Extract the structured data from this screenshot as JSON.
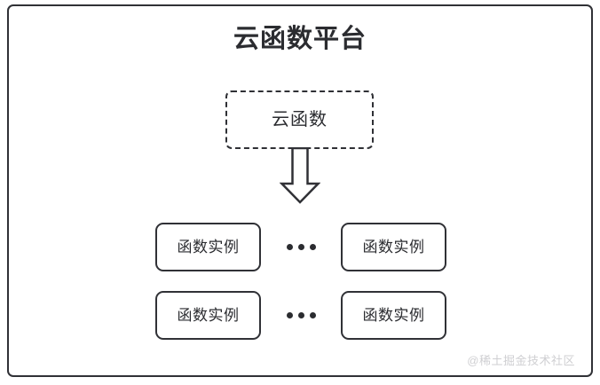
{
  "diagram": {
    "type": "architecture-block-diagram",
    "title": "云函数平台",
    "platform": {
      "name": "云函数平台",
      "border_style": "solid",
      "color": "#303136"
    },
    "cloud_function": {
      "label": "云函数",
      "border_style": "dashed",
      "color": "#2f3035"
    },
    "arrow": {
      "name": "down-block-arrow",
      "direction": "down",
      "style": "hollow-outline",
      "color": "#303136"
    },
    "instance_rows": [
      {
        "left": {
          "label": "函数实例"
        },
        "separator": "···",
        "right": {
          "label": "函数实例"
        }
      },
      {
        "left": {
          "label": "函数实例"
        },
        "separator": "···",
        "right": {
          "label": "函数实例"
        }
      }
    ],
    "watermark": "@稀土掘金技术社区",
    "colors": {
      "stroke": "#303136",
      "text": "#2b2c30",
      "background": "#ffffff",
      "watermark": "#cfcfd2"
    }
  }
}
